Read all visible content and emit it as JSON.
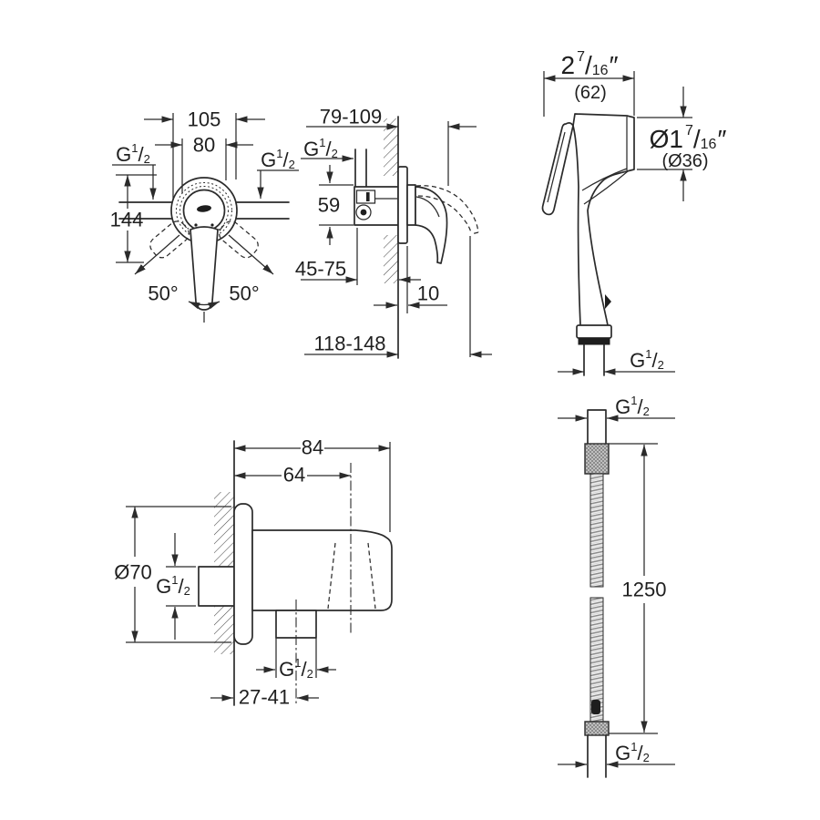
{
  "colors": {
    "ink": "#2b2b2b",
    "background": "#ffffff",
    "fitting_gray": "#c9c9c9"
  },
  "thread": {
    "g": "G",
    "num": "1",
    "slash": "/",
    "den": "2"
  },
  "views": {
    "mixer_front": {
      "dim_width_outer": "105",
      "dim_width_inner": "80",
      "dim_height": "144",
      "angle_left": "50°",
      "angle_right": "50°"
    },
    "mixer_side": {
      "dim_wall_to_spout": "79-109",
      "dim_body_height": "59",
      "dim_rough_in": "45-75",
      "dim_plate_thickness": "10",
      "dim_wall_to_outlet": "118-148"
    },
    "hand_shower": {
      "width_whole": "2",
      "width_num": "7",
      "width_slash": "/",
      "width_den": "16",
      "width_unit": "″",
      "width_mm": "(62)",
      "dia_whole": "Ø1",
      "dia_num": "7",
      "dia_slash": "/",
      "dia_den": "16",
      "dia_unit": "″",
      "dia_mm": "(Ø36)"
    },
    "wall_union": {
      "dim_depth_total": "84",
      "dim_depth_holder": "64",
      "dim_flange_dia": "Ø70",
      "dim_outlet_offset": "27-41"
    },
    "hose": {
      "dim_length": "1250"
    }
  }
}
